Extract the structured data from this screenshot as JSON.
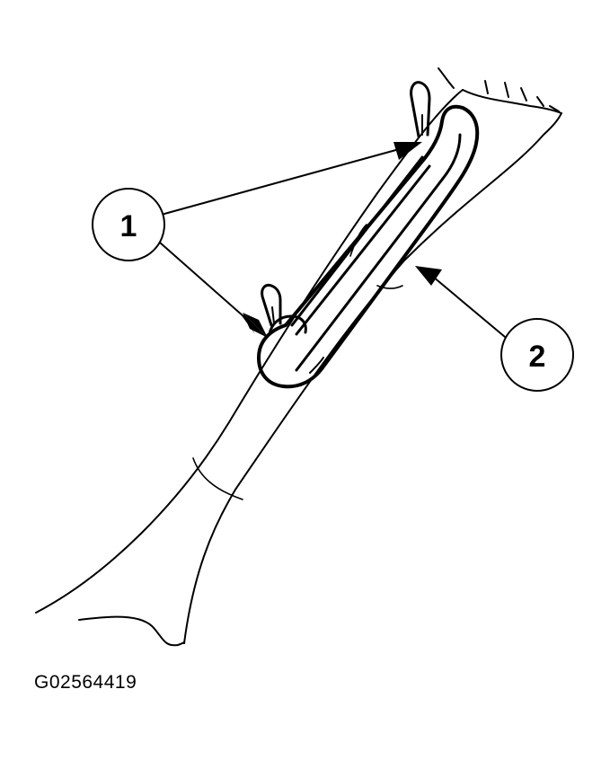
{
  "callouts": [
    {
      "id": "1",
      "label": "1"
    },
    {
      "id": "2",
      "label": "2"
    }
  ],
  "figure_id": "G02564419",
  "colors": {
    "line": "#000000",
    "background": "#ffffff"
  }
}
